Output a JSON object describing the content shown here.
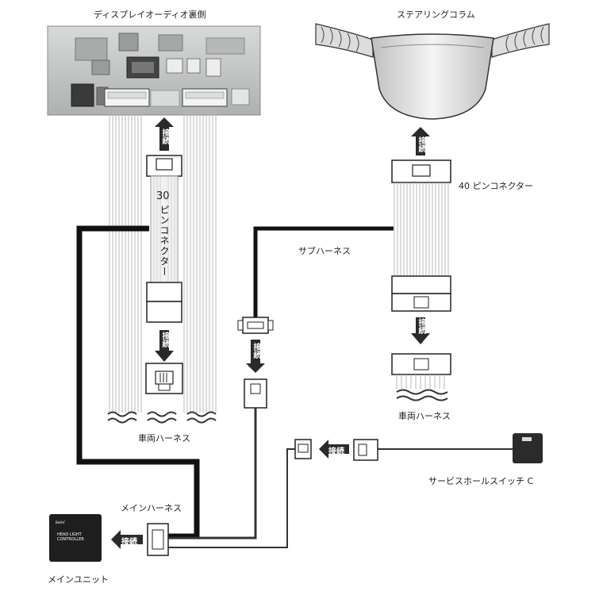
{
  "labels": {
    "display_back": "ディスプレイオーディオ裏側",
    "steering_column": "ステアリングコラム",
    "pin30_number": "30",
    "pin30_text": "ピンコネクター",
    "pin40": "40 ピンコネクター",
    "sub_harness": "サブハーネス",
    "vehicle_harness_left": "車両ハーネス",
    "vehicle_harness_right": "車両ハーネス",
    "service_switch": "サービスホールスイッチ C",
    "main_harness": "メインハーネス",
    "main_unit": "メインユニット",
    "connect": "接続"
  },
  "unit": {
    "brand": "Bellof",
    "line1": "HEAD LIGHT",
    "line2": "CONTROLLER"
  },
  "colors": {
    "cable": "#111111",
    "wire": "#b8b8b8",
    "arrow": "#2a2a2a",
    "panel": "#c9cbcb"
  }
}
